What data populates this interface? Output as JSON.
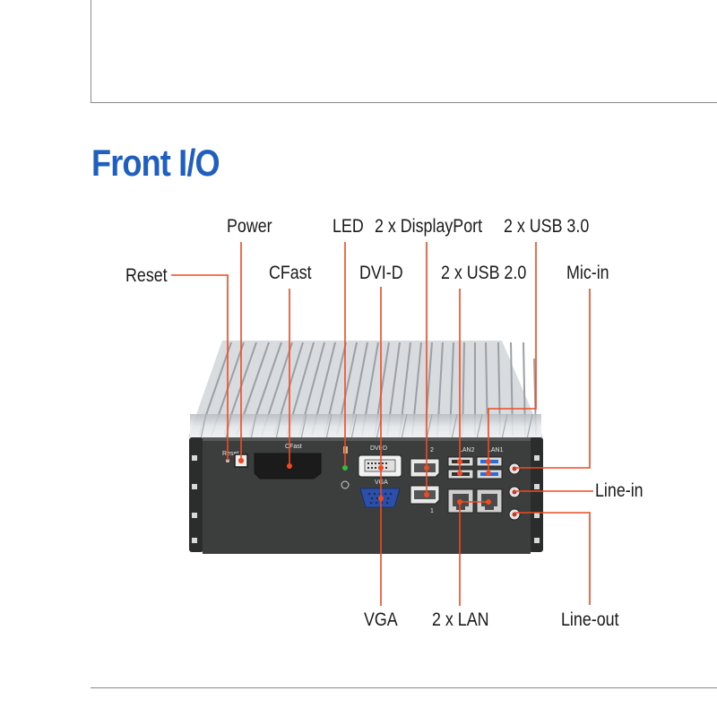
{
  "title": "Front I/O",
  "callouts": {
    "power": "Power",
    "led": "LED",
    "displayport": "2 x DisplayPort",
    "usb3": "2 x USB 3.0",
    "reset": "Reset",
    "cfast": "CFast",
    "dvid": "DVI-D",
    "usb2": "2 x USB 2.0",
    "micin": "Mic-in",
    "linein": "Line-in",
    "vga": "VGA",
    "lan": "2 x LAN",
    "lineout": "Line-out"
  },
  "panel_print": {
    "reset": "Reset",
    "cfast": "CFast",
    "dvid": "DVI-D",
    "vga": "VGA",
    "dp1": "1",
    "dp2": "2",
    "lan2": "LAN2",
    "lan1": "LAN1"
  },
  "colors": {
    "title": "#1f5fbf",
    "leader_line": "#f04a22",
    "panel": "#3b3e3c",
    "vga_port": "#2c4fa8"
  }
}
